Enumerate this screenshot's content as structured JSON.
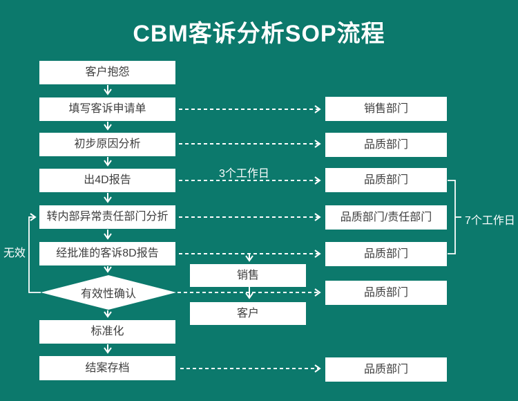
{
  "title": "CBM客诉分析SOP流程",
  "colors": {
    "background": "#0c796c",
    "box_background": "#ffffff",
    "box_text": "#3d3d3d",
    "connector": "#ffffff"
  },
  "flow": {
    "left_steps": [
      {
        "label": "客户抱怨",
        "shape": "rect"
      },
      {
        "label": "填写客诉申请单",
        "shape": "rect"
      },
      {
        "label": "初步原因分析",
        "shape": "rect"
      },
      {
        "label": "出4D报告",
        "shape": "rect"
      },
      {
        "label": "转内部异常责任部门分折",
        "shape": "rect"
      },
      {
        "label": "经批准的客诉8D报告",
        "shape": "rect"
      },
      {
        "label": "有效性确认",
        "shape": "diamond"
      },
      {
        "label": "标准化",
        "shape": "rect"
      },
      {
        "label": "结案存档",
        "shape": "rect"
      }
    ],
    "middle_steps": [
      {
        "label": "销售"
      },
      {
        "label": "客户"
      }
    ],
    "right_departments": [
      {
        "label": "销售部门"
      },
      {
        "label": "品质部门"
      },
      {
        "label": "品质部门"
      },
      {
        "label": "品质部门/责任部门"
      },
      {
        "label": "品质部门"
      },
      {
        "label": "品质部门"
      },
      {
        "label": "品质部门"
      }
    ],
    "annotations": {
      "three_days": "3个工作日",
      "seven_days": "7个工作日",
      "invalid": "无效"
    }
  }
}
